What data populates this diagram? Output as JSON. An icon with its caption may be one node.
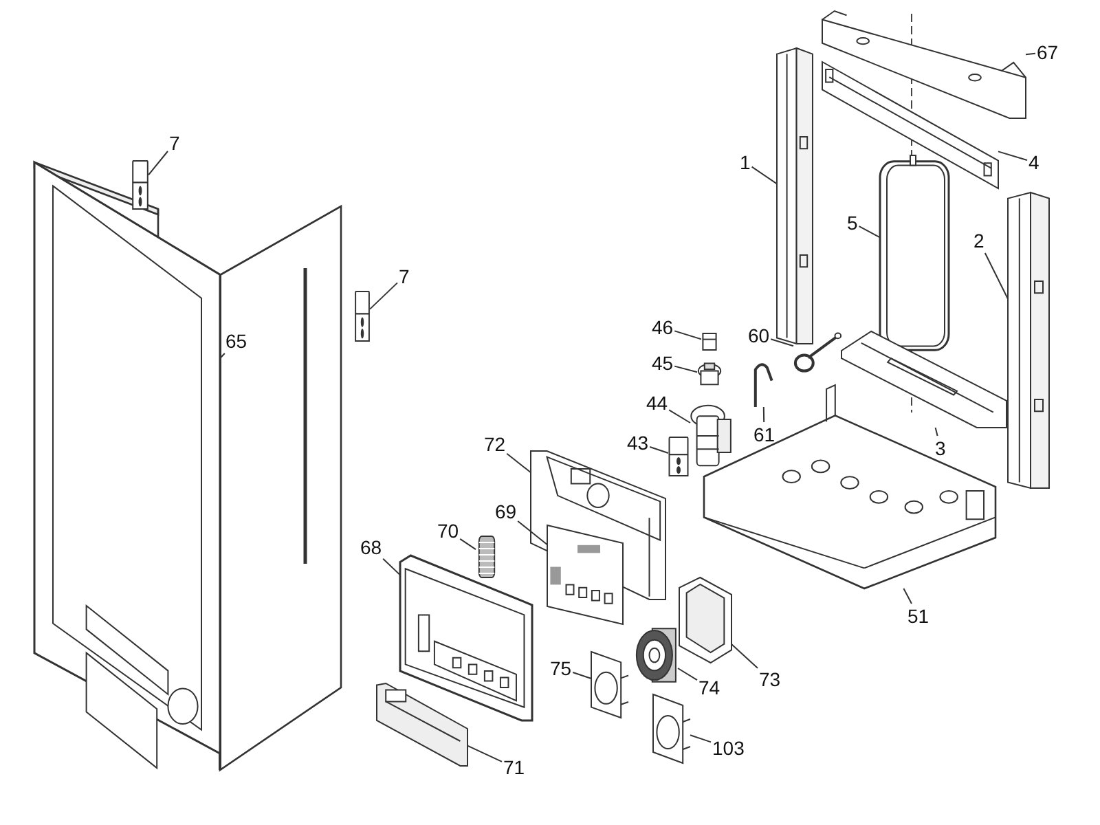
{
  "diagram": {
    "nodes": [
      {
        "text": [
          "67"
        ]
      },
      {
        "text": [],
        "shape": "picture"
      },
      {
        "text": [
          "1"
        ]
      },
      {
        "text": [],
        "shape": "picture"
      },
      {
        "text": [
          "4"
        ]
      },
      {
        "text": [],
        "shape": "picture"
      },
      {
        "text": [
          "5"
        ]
      },
      {
        "text": [],
        "shape": "picture"
      },
      {
        "text": [
          "2"
        ]
      },
      {
        "text": [],
        "shape": "picture"
      },
      {
        "text": [
          "7"
        ]
      },
      {
        "text": [],
        "shape": "picture"
      },
      {
        "text": [
          "7"
        ]
      },
      {
        "text": [],
        "shape": "picture"
      },
      {
        "text": [
          "65"
        ]
      },
      {
        "text": [],
        "shape": "picture"
      },
      {
        "text": [
          "60"
        ]
      },
      {
        "text": [],
        "shape": "picture"
      },
      {
        "text": [
          "46"
        ]
      },
      {
        "text": [],
        "shape": "picture"
      },
      {
        "text": [
          "45"
        ]
      },
      {
        "text": [],
        "shape": "picture"
      },
      {
        "text": [
          "44"
        ]
      },
      {
        "text": [],
        "shape": "picture"
      },
      {
        "text": [
          "61"
        ]
      },
      {
        "text": [],
        "shape": "picture"
      },
      {
        "text": [
          "43"
        ]
      },
      {
        "text": [],
        "shape": "picture"
      },
      {
        "text": [
          "3"
        ]
      },
      {
        "text": [],
        "shape": "picture"
      },
      {
        "text": [
          "72"
        ]
      },
      {
        "text": [],
        "shape": "picture"
      },
      {
        "text": [
          "69"
        ]
      },
      {
        "text": [],
        "shape": "picture"
      },
      {
        "text": [
          "70"
        ]
      },
      {
        "text": [],
        "shape": "picture"
      },
      {
        "text": [
          "68"
        ]
      },
      {
        "text": [],
        "shape": "picture"
      },
      {
        "text": [
          "51"
        ]
      },
      {
        "text": [],
        "shape": "picture"
      },
      {
        "text": [
          "73"
        ]
      },
      {
        "text": [],
        "shape": "picture"
      },
      {
        "text": [
          "75"
        ]
      },
      {
        "text": [],
        "shape": "picture"
      },
      {
        "text": [
          "74"
        ]
      },
      {
        "text": [],
        "shape": "picture"
      },
      {
        "text": [
          "103"
        ]
      },
      {
        "text": [],
        "shape": "picture"
      },
      {
        "text": [
          "71"
        ]
      },
      {
        "text": [],
        "shape": "picture"
      }
    ],
    "edges": [
      {
        "from": 0,
        "to": 1,
        "arrow": "none"
      },
      {
        "from": 2,
        "to": 3,
        "arrow": "none"
      },
      {
        "from": 4,
        "to": 5,
        "arrow": "none"
      },
      {
        "from": 6,
        "to": 7,
        "arrow": "none"
      },
      {
        "from": 8,
        "to": 9,
        "arrow": "none"
      },
      {
        "from": 10,
        "to": 11,
        "arrow": "none"
      },
      {
        "from": 12,
        "to": 13,
        "arrow": "none"
      },
      {
        "from": 14,
        "to": 15,
        "arrow": "none"
      },
      {
        "from": 16,
        "to": 17,
        "arrow": "none"
      },
      {
        "from": 18,
        "to": 19,
        "arrow": "none"
      },
      {
        "from": 20,
        "to": 21,
        "arrow": "none"
      },
      {
        "from": 22,
        "to": 23,
        "arrow": "none"
      },
      {
        "from": 24,
        "to": 25,
        "arrow": "none"
      },
      {
        "from": 26,
        "to": 27,
        "arrow": "none"
      },
      {
        "from": 28,
        "to": 29,
        "arrow": "none"
      },
      {
        "from": 30,
        "to": 31,
        "arrow": "none"
      },
      {
        "from": 32,
        "to": 33,
        "arrow": "none"
      },
      {
        "from": 34,
        "to": 35,
        "arrow": "none"
      },
      {
        "from": 36,
        "to": 37,
        "arrow": "none"
      },
      {
        "from": 38,
        "to": 39,
        "arrow": "none"
      },
      {
        "from": 40,
        "to": 41,
        "arrow": "none"
      },
      {
        "from": 42,
        "to": 43,
        "arrow": "none"
      },
      {
        "from": 44,
        "to": 45,
        "arrow": "none"
      },
      {
        "from": 46,
        "to": 47,
        "arrow": "none"
      },
      {
        "from": 48,
        "to": 49,
        "arrow": "none"
      }
    ]
  }
}
